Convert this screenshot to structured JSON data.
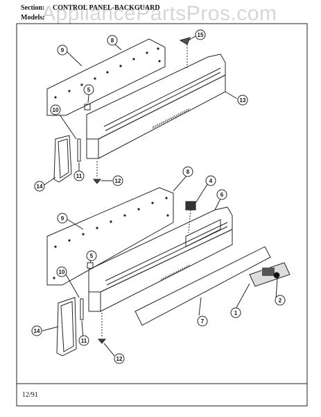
{
  "header": {
    "section_label": "Section:",
    "section_title": "CONTROL PANEL-BACKGUARD",
    "models_label": "Models:"
  },
  "watermark": "AppliancePartsPros.com",
  "footer_date": "12/91",
  "upper_assembly": {
    "callouts": [
      "8",
      "9",
      "15",
      "5",
      "13",
      "10",
      "11",
      "12",
      "14"
    ]
  },
  "lower_assembly": {
    "callouts": [
      "8",
      "4",
      "9",
      "6",
      "5",
      "10",
      "1",
      "2",
      "7",
      "11",
      "14",
      "12"
    ]
  }
}
